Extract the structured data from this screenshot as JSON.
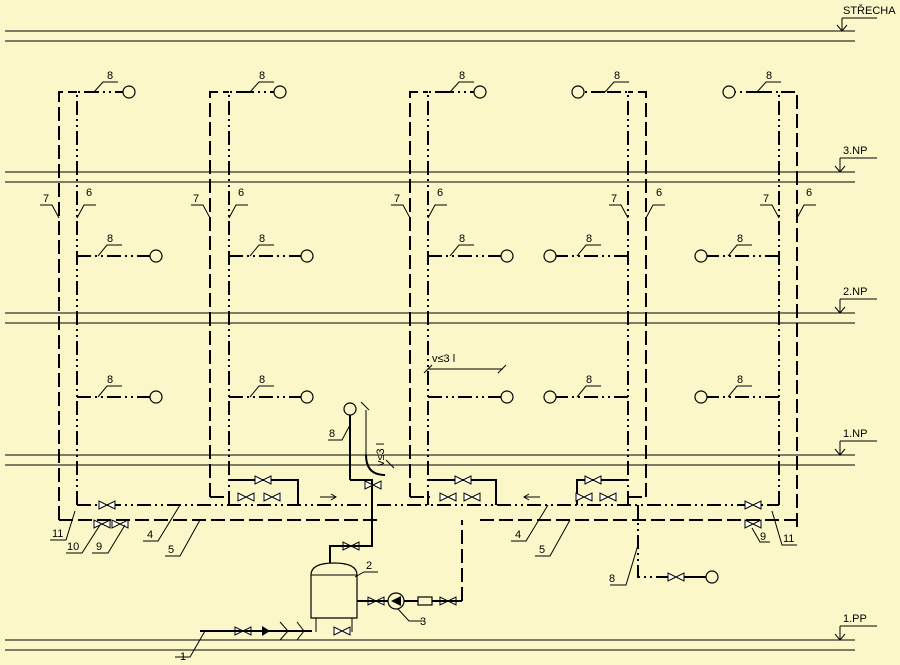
{
  "levels": [
    {
      "label": "STŘECHA"
    },
    {
      "label": "3.NP"
    },
    {
      "label": "2.NP"
    },
    {
      "label": "1.NP"
    },
    {
      "label": "1.PP"
    }
  ],
  "callouts": {
    "fixture": "8",
    "riser_return": "7",
    "riser_supply": "6",
    "main_supply": "4",
    "main_return": "5",
    "valve_a": "9",
    "valve_b": "10",
    "valve_c": "11",
    "inlet": "1",
    "tank": "2",
    "pump": "3"
  },
  "notes": {
    "volume_limit_a": "v≤3 l",
    "volume_limit_b": "v≤3 l"
  },
  "colors": {
    "background": "#fbf7c8",
    "line": "#000000"
  }
}
